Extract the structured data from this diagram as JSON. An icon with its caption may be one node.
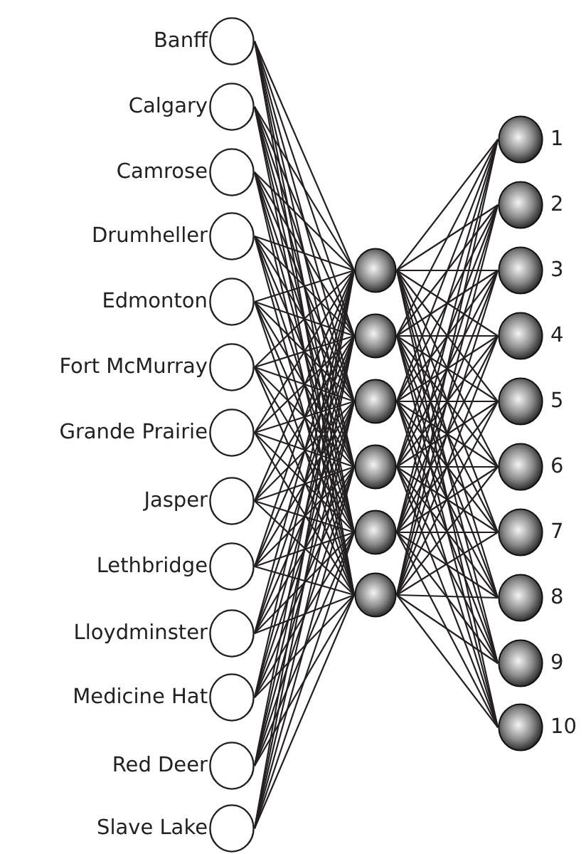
{
  "diagram": {
    "nodes": [
      {
        "text": [],
        "shape": "circle",
        "beside": [
          "Banff"
        ]
      },
      {
        "text": [],
        "shape": "circle",
        "beside": [
          "Calgary"
        ]
      },
      {
        "text": [],
        "shape": "circle",
        "beside": [
          "Camrose"
        ]
      },
      {
        "text": [],
        "shape": "circle",
        "beside": [
          "Drumheller"
        ]
      },
      {
        "text": [],
        "shape": "circle",
        "beside": [
          "Edmonton"
        ]
      },
      {
        "text": [],
        "shape": "circle",
        "beside": [
          "Fort McMurray"
        ]
      },
      {
        "text": [],
        "shape": "circle",
        "beside": [
          "Grande Prairie"
        ]
      },
      {
        "text": [],
        "shape": "circle",
        "beside": [
          "Jasper"
        ]
      },
      {
        "text": [],
        "shape": "circle",
        "beside": [
          "Lethbridge"
        ]
      },
      {
        "text": [],
        "shape": "circle",
        "beside": [
          "Lloydminster"
        ]
      },
      {
        "text": [],
        "shape": "circle",
        "beside": [
          "Medicine Hat"
        ]
      },
      {
        "text": [],
        "shape": "circle",
        "beside": [
          "Red Deer"
        ]
      },
      {
        "text": [],
        "shape": "circle",
        "beside": [
          "Slave Lake"
        ]
      },
      {
        "text": [],
        "shape": "circle"
      },
      {
        "text": [],
        "shape": "circle"
      },
      {
        "text": [],
        "shape": "circle"
      },
      {
        "text": [],
        "shape": "circle"
      },
      {
        "text": [],
        "shape": "circle"
      },
      {
        "text": [],
        "shape": "circle"
      },
      {
        "text": [],
        "shape": "circle",
        "beside": [
          "1"
        ]
      },
      {
        "text": [],
        "shape": "circle",
        "beside": [
          "2"
        ]
      },
      {
        "text": [],
        "shape": "circle",
        "beside": [
          "3"
        ]
      },
      {
        "text": [],
        "shape": "circle",
        "beside": [
          "4"
        ]
      },
      {
        "text": [],
        "shape": "circle",
        "beside": [
          "5"
        ]
      },
      {
        "text": [],
        "shape": "circle",
        "beside": [
          "6"
        ]
      },
      {
        "text": [],
        "shape": "circle",
        "beside": [
          "7"
        ]
      },
      {
        "text": [],
        "shape": "circle",
        "beside": [
          "8"
        ]
      },
      {
        "text": [],
        "shape": "circle",
        "beside": [
          "9"
        ]
      },
      {
        "text": [],
        "shape": "circle",
        "beside": [
          "10"
        ]
      }
    ],
    "edges": [
      {
        "from": 0,
        "to": 13,
        "arrow": "none"
      },
      {
        "from": 0,
        "to": 14,
        "arrow": "none"
      },
      {
        "from": 0,
        "to": 15,
        "arrow": "none"
      },
      {
        "from": 0,
        "to": 16,
        "arrow": "none"
      },
      {
        "from": 0,
        "to": 17,
        "arrow": "none"
      },
      {
        "from": 0,
        "to": 18,
        "arrow": "none"
      },
      {
        "from": 1,
        "to": 13,
        "arrow": "none"
      },
      {
        "from": 1,
        "to": 14,
        "arrow": "none"
      },
      {
        "from": 1,
        "to": 15,
        "arrow": "none"
      },
      {
        "from": 1,
        "to": 16,
        "arrow": "none"
      },
      {
        "from": 1,
        "to": 17,
        "arrow": "none"
      },
      {
        "from": 1,
        "to": 18,
        "arrow": "none"
      },
      {
        "from": 2,
        "to": 13,
        "arrow": "none"
      },
      {
        "from": 2,
        "to": 14,
        "arrow": "none"
      },
      {
        "from": 2,
        "to": 15,
        "arrow": "none"
      },
      {
        "from": 2,
        "to": 16,
        "arrow": "none"
      },
      {
        "from": 2,
        "to": 17,
        "arrow": "none"
      },
      {
        "from": 2,
        "to": 18,
        "arrow": "none"
      },
      {
        "from": 3,
        "to": 13,
        "arrow": "none"
      },
      {
        "from": 3,
        "to": 14,
        "arrow": "none"
      },
      {
        "from": 3,
        "to": 15,
        "arrow": "none"
      },
      {
        "from": 3,
        "to": 16,
        "arrow": "none"
      },
      {
        "from": 3,
        "to": 17,
        "arrow": "none"
      },
      {
        "from": 3,
        "to": 18,
        "arrow": "none"
      },
      {
        "from": 4,
        "to": 13,
        "arrow": "none"
      },
      {
        "from": 4,
        "to": 14,
        "arrow": "none"
      },
      {
        "from": 4,
        "to": 15,
        "arrow": "none"
      },
      {
        "from": 4,
        "to": 16,
        "arrow": "none"
      },
      {
        "from": 4,
        "to": 17,
        "arrow": "none"
      },
      {
        "from": 4,
        "to": 18,
        "arrow": "none"
      },
      {
        "from": 5,
        "to": 13,
        "arrow": "none"
      },
      {
        "from": 5,
        "to": 14,
        "arrow": "none"
      },
      {
        "from": 5,
        "to": 15,
        "arrow": "none"
      },
      {
        "from": 5,
        "to": 16,
        "arrow": "none"
      },
      {
        "from": 5,
        "to": 17,
        "arrow": "none"
      },
      {
        "from": 5,
        "to": 18,
        "arrow": "none"
      },
      {
        "from": 6,
        "to": 13,
        "arrow": "none"
      },
      {
        "from": 6,
        "to": 14,
        "arrow": "none"
      },
      {
        "from": 6,
        "to": 15,
        "arrow": "none"
      },
      {
        "from": 6,
        "to": 16,
        "arrow": "none"
      },
      {
        "from": 6,
        "to": 17,
        "arrow": "none"
      },
      {
        "from": 6,
        "to": 18,
        "arrow": "none"
      },
      {
        "from": 7,
        "to": 13,
        "arrow": "none"
      },
      {
        "from": 7,
        "to": 14,
        "arrow": "none"
      },
      {
        "from": 7,
        "to": 15,
        "arrow": "none"
      },
      {
        "from": 7,
        "to": 16,
        "arrow": "none"
      },
      {
        "from": 7,
        "to": 17,
        "arrow": "none"
      },
      {
        "from": 7,
        "to": 18,
        "arrow": "none"
      },
      {
        "from": 8,
        "to": 13,
        "arrow": "none"
      },
      {
        "from": 8,
        "to": 14,
        "arrow": "none"
      },
      {
        "from": 8,
        "to": 15,
        "arrow": "none"
      },
      {
        "from": 8,
        "to": 16,
        "arrow": "none"
      },
      {
        "from": 8,
        "to": 17,
        "arrow": "none"
      },
      {
        "from": 8,
        "to": 18,
        "arrow": "none"
      },
      {
        "from": 9,
        "to": 13,
        "arrow": "none"
      },
      {
        "from": 9,
        "to": 14,
        "arrow": "none"
      },
      {
        "from": 9,
        "to": 15,
        "arrow": "none"
      },
      {
        "from": 9,
        "to": 16,
        "arrow": "none"
      },
      {
        "from": 9,
        "to": 17,
        "arrow": "none"
      },
      {
        "from": 9,
        "to": 18,
        "arrow": "none"
      },
      {
        "from": 10,
        "to": 13,
        "arrow": "none"
      },
      {
        "from": 10,
        "to": 14,
        "arrow": "none"
      },
      {
        "from": 10,
        "to": 15,
        "arrow": "none"
      },
      {
        "from": 10,
        "to": 16,
        "arrow": "none"
      },
      {
        "from": 10,
        "to": 17,
        "arrow": "none"
      },
      {
        "from": 10,
        "to": 18,
        "arrow": "none"
      },
      {
        "from": 11,
        "to": 13,
        "arrow": "none"
      },
      {
        "from": 11,
        "to": 14,
        "arrow": "none"
      },
      {
        "from": 11,
        "to": 15,
        "arrow": "none"
      },
      {
        "from": 11,
        "to": 16,
        "arrow": "none"
      },
      {
        "from": 11,
        "to": 17,
        "arrow": "none"
      },
      {
        "from": 11,
        "to": 18,
        "arrow": "none"
      },
      {
        "from": 12,
        "to": 13,
        "arrow": "none"
      },
      {
        "from": 12,
        "to": 14,
        "arrow": "none"
      },
      {
        "from": 12,
        "to": 15,
        "arrow": "none"
      },
      {
        "from": 12,
        "to": 16,
        "arrow": "none"
      },
      {
        "from": 12,
        "to": 17,
        "arrow": "none"
      },
      {
        "from": 12,
        "to": 18,
        "arrow": "none"
      },
      {
        "from": 13,
        "to": 19,
        "arrow": "none"
      },
      {
        "from": 13,
        "to": 20,
        "arrow": "none"
      },
      {
        "from": 13,
        "to": 21,
        "arrow": "none"
      },
      {
        "from": 13,
        "to": 22,
        "arrow": "none"
      },
      {
        "from": 13,
        "to": 23,
        "arrow": "none"
      },
      {
        "from": 13,
        "to": 24,
        "arrow": "none"
      },
      {
        "from": 13,
        "to": 25,
        "arrow": "none"
      },
      {
        "from": 13,
        "to": 26,
        "arrow": "none"
      },
      {
        "from": 13,
        "to": 27,
        "arrow": "none"
      },
      {
        "from": 13,
        "to": 28,
        "arrow": "none"
      },
      {
        "from": 14,
        "to": 19,
        "arrow": "none"
      },
      {
        "from": 14,
        "to": 20,
        "arrow": "none"
      },
      {
        "from": 14,
        "to": 21,
        "arrow": "none"
      },
      {
        "from": 14,
        "to": 22,
        "arrow": "none"
      },
      {
        "from": 14,
        "to": 23,
        "arrow": "none"
      },
      {
        "from": 14,
        "to": 24,
        "arrow": "none"
      },
      {
        "from": 14,
        "to": 25,
        "arrow": "none"
      },
      {
        "from": 14,
        "to": 26,
        "arrow": "none"
      },
      {
        "from": 14,
        "to": 27,
        "arrow": "none"
      },
      {
        "from": 14,
        "to": 28,
        "arrow": "none"
      },
      {
        "from": 15,
        "to": 19,
        "arrow": "none"
      },
      {
        "from": 15,
        "to": 20,
        "arrow": "none"
      },
      {
        "from": 15,
        "to": 21,
        "arrow": "none"
      },
      {
        "from": 15,
        "to": 22,
        "arrow": "none"
      },
      {
        "from": 15,
        "to": 23,
        "arrow": "none"
      },
      {
        "from": 15,
        "to": 24,
        "arrow": "none"
      },
      {
        "from": 15,
        "to": 25,
        "arrow": "none"
      },
      {
        "from": 15,
        "to": 26,
        "arrow": "none"
      },
      {
        "from": 15,
        "to": 27,
        "arrow": "none"
      },
      {
        "from": 15,
        "to": 28,
        "arrow": "none"
      },
      {
        "from": 16,
        "to": 19,
        "arrow": "none"
      },
      {
        "from": 16,
        "to": 20,
        "arrow": "none"
      },
      {
        "from": 16,
        "to": 21,
        "arrow": "none"
      },
      {
        "from": 16,
        "to": 22,
        "arrow": "none"
      },
      {
        "from": 16,
        "to": 23,
        "arrow": "none"
      },
      {
        "from": 16,
        "to": 24,
        "arrow": "none"
      },
      {
        "from": 16,
        "to": 25,
        "arrow": "none"
      },
      {
        "from": 16,
        "to": 26,
        "arrow": "none"
      },
      {
        "from": 16,
        "to": 27,
        "arrow": "none"
      },
      {
        "from": 16,
        "to": 28,
        "arrow": "none"
      },
      {
        "from": 17,
        "to": 19,
        "arrow": "none"
      },
      {
        "from": 17,
        "to": 20,
        "arrow": "none"
      },
      {
        "from": 17,
        "to": 21,
        "arrow": "none"
      },
      {
        "from": 17,
        "to": 22,
        "arrow": "none"
      },
      {
        "from": 17,
        "to": 23,
        "arrow": "none"
      },
      {
        "from": 17,
        "to": 24,
        "arrow": "none"
      },
      {
        "from": 17,
        "to": 25,
        "arrow": "none"
      },
      {
        "from": 17,
        "to": 26,
        "arrow": "none"
      },
      {
        "from": 17,
        "to": 27,
        "arrow": "none"
      },
      {
        "from": 17,
        "to": 28,
        "arrow": "none"
      },
      {
        "from": 18,
        "to": 19,
        "arrow": "none"
      },
      {
        "from": 18,
        "to": 20,
        "arrow": "none"
      },
      {
        "from": 18,
        "to": 21,
        "arrow": "none"
      },
      {
        "from": 18,
        "to": 22,
        "arrow": "none"
      },
      {
        "from": 18,
        "to": 23,
        "arrow": "none"
      },
      {
        "from": 18,
        "to": 24,
        "arrow": "none"
      },
      {
        "from": 18,
        "to": 25,
        "arrow": "none"
      },
      {
        "from": 18,
        "to": 26,
        "arrow": "none"
      },
      {
        "from": 18,
        "to": 27,
        "arrow": "none"
      },
      {
        "from": 18,
        "to": 28,
        "arrow": "none"
      }
    ]
  }
}
